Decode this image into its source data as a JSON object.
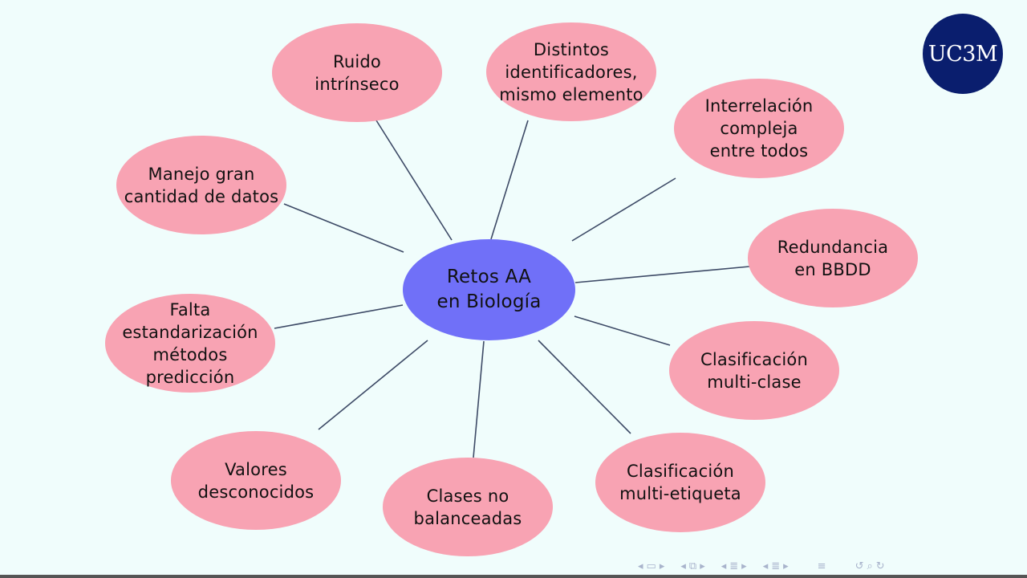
{
  "diagram": {
    "center": "Retos AA\nen Biología",
    "nodes": [
      {
        "id": "ruido",
        "label": "Ruido\nintrínseco"
      },
      {
        "id": "distintos",
        "label": "Distintos\nidentificadores,\nmismo elemento"
      },
      {
        "id": "interrelacion",
        "label": "Interrelación\ncompleja\nentre todos"
      },
      {
        "id": "redundancia",
        "label": "Redundancia\nen BBDD"
      },
      {
        "id": "multiclase",
        "label": "Clasificación\nmulti-clase"
      },
      {
        "id": "multietiqueta",
        "label": "Clasificación\nmulti-etiqueta"
      },
      {
        "id": "clases",
        "label": "Clases no\nbalanceadas"
      },
      {
        "id": "valores",
        "label": "Valores\ndesconocidos"
      },
      {
        "id": "falta",
        "label": "Falta\nestandarización\nmétodos\npredicción"
      },
      {
        "id": "manejo",
        "label": "Manejo gran\ncantidad de datos"
      }
    ]
  },
  "logo": {
    "text": "UC3M",
    "color": "#0a1e6e"
  },
  "colors": {
    "background": "#f0fdfc",
    "node": "#f8a3b3",
    "center": "#7070f8",
    "connector": "#3d4a66"
  },
  "navigation": {
    "icons": [
      "arrow-left-icon",
      "frame-icon",
      "arrow-right-icon",
      "arrow-left-icon",
      "subsection-icon",
      "arrow-right-icon",
      "arrow-left-icon",
      "section-icon",
      "arrow-right-icon",
      "arrow-left-icon",
      "align-icon",
      "arrow-right-icon",
      "menu-icon",
      "undo-icon",
      "search-icon",
      "redo-icon"
    ]
  }
}
